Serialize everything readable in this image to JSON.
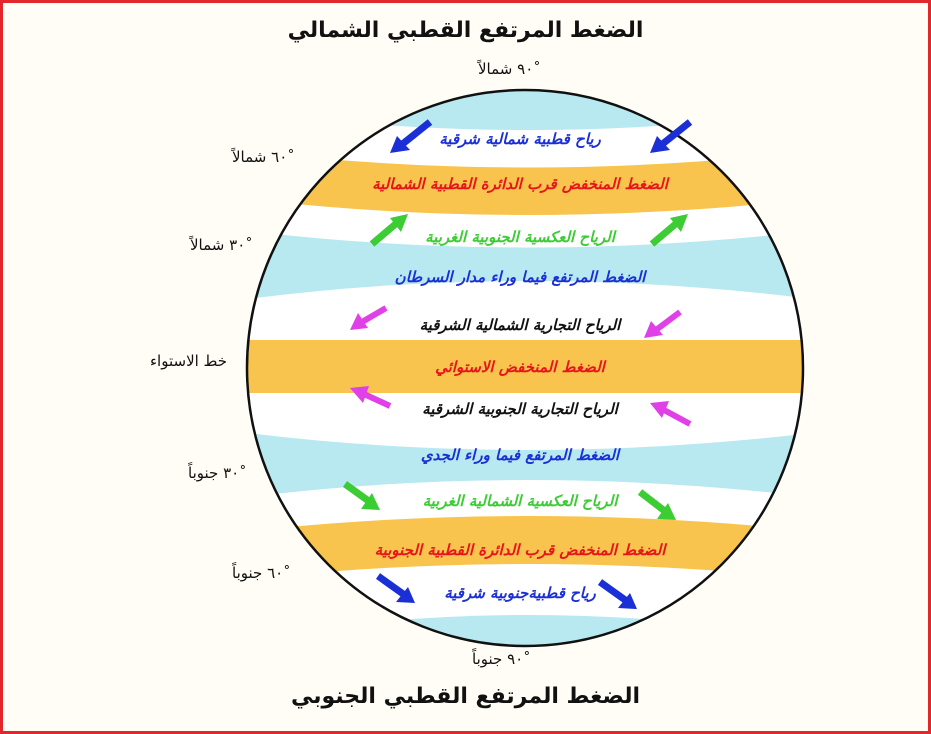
{
  "titles": {
    "north": "الضغط المرتفع القطبي الشمالي",
    "south": "الضغط المرتفع القطبي الجنوبي"
  },
  "latitudes": {
    "n90": "٩٠ْ شمالاً",
    "n60": "٦٠ْ شمالاً",
    "n30": "٣٠ْ شمالاً",
    "equator": "خط الاستواء",
    "s30": "٣٠ْ جنوباً",
    "s60": "٦٠ْ جنوباً",
    "s90": "٩٠ْ جنوباً"
  },
  "bands": {
    "polar_easterlies_north": "رياح قطبية شمالية شرقية",
    "subpolar_low_north": "الضغط المنخفض قرب الدائرة القطبية الشمالية",
    "westerlies_north": "الرياح العكسية الجنوبية الغربية",
    "subtropical_high_north": "الضغط المرتفع فيما وراء مدار السرطان",
    "trades_north": "الرياح التجارية الشمالية الشرقية",
    "equatorial_low": "الضغط المنخفض الاستوائي",
    "trades_south": "الرياح التجارية الجنوبية الشرقية",
    "subtropical_high_south": "الضغط المرتفع فيما وراء الجدي",
    "westerlies_south": "الرياح العكسية الشمالية الغربية",
    "subpolar_low_south": "الضغط المنخفض قرب الدائرة القطبية الجنوبية",
    "polar_easterlies_south": "رياح قطبيةجنوبية شرقية"
  },
  "colors": {
    "frame_border": "#e3262b",
    "high_pressure_band": "#b8e8f0",
    "low_pressure_band": "#f8c44e",
    "wind_zone": "#ffffff",
    "polar_east_text": "#1a2fd6",
    "low_text": "#e8141b",
    "westerly_text": "#3ccc34",
    "high_text": "#1a2fd6",
    "trades_text": "#111111",
    "blue_arrow": "#1a2fd6",
    "green_arrow": "#3ccc34",
    "magenta_arrow": "#e040e8"
  }
}
